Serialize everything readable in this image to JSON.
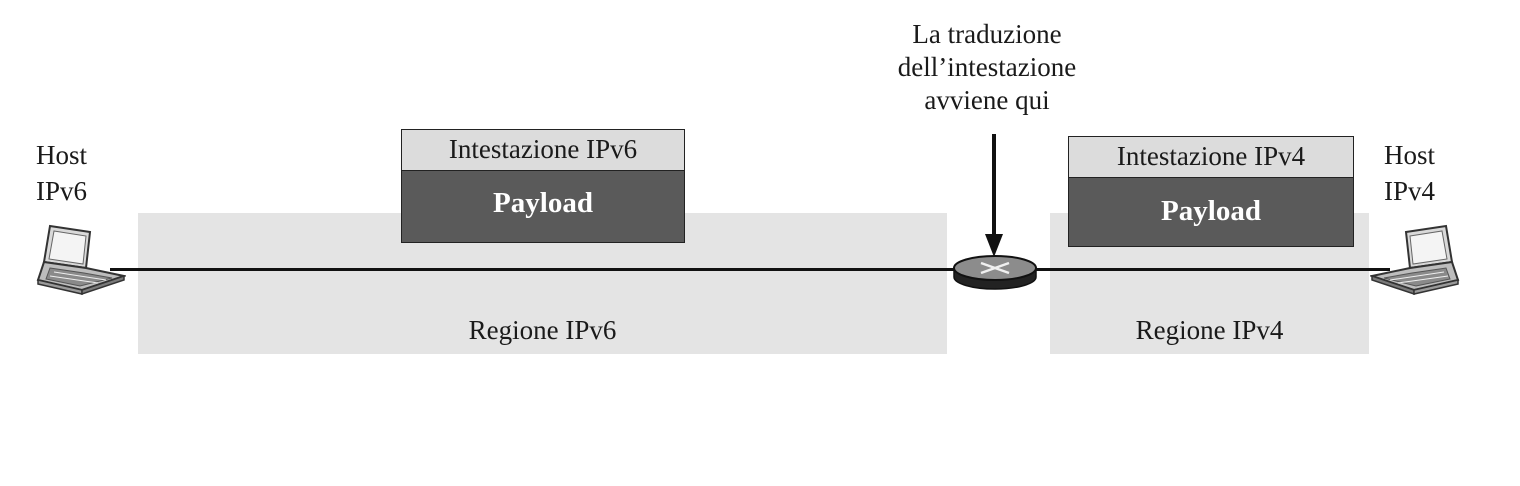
{
  "hosts": {
    "left": {
      "line1": "Host",
      "line2": "IPv6"
    },
    "right": {
      "line1": "Host",
      "line2": "IPv4"
    }
  },
  "regions": {
    "ipv6": {
      "label": "Regione IPv6"
    },
    "ipv4": {
      "label": "Regione IPv4"
    }
  },
  "packets": {
    "ipv6": {
      "header": "Intestazione IPv6",
      "payload": "Payload"
    },
    "ipv4": {
      "header": "Intestazione IPv4",
      "payload": "Payload"
    }
  },
  "callout": {
    "line1": "La traduzione",
    "line2": "dell’intestazione",
    "line3": "avviene qui"
  },
  "colors": {
    "region": "#e4e4e4",
    "payload": "#5a5a5a",
    "header": "#dcdcdc",
    "line": "#111111"
  },
  "icons": {
    "host": "laptop-icon",
    "translator": "router-icon",
    "pointer": "arrow-down-icon"
  }
}
